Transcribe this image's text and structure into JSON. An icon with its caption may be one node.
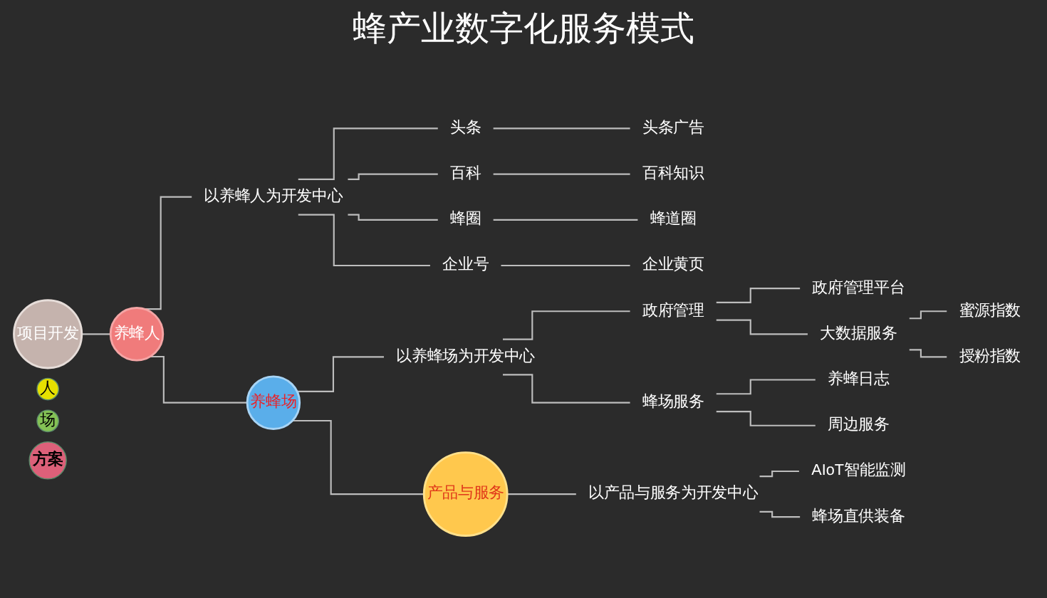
{
  "diagram": {
    "title": "蜂产业数字化服务模式",
    "nodes": [
      {
        "text": [
          "项目开发"
        ]
      },
      {
        "text": [
          "养蜂人"
        ]
      },
      {
        "text": [
          "以养蜂人为开发中心"
        ]
      },
      {
        "text": [
          "头条"
        ]
      },
      {
        "text": [
          "头条广告"
        ]
      },
      {
        "text": [
          "百科"
        ]
      },
      {
        "text": [
          "百科知识"
        ]
      },
      {
        "text": [
          "蜂圈"
        ]
      },
      {
        "text": [
          "蜂道圈"
        ]
      },
      {
        "text": [
          "企业号"
        ]
      },
      {
        "text": [
          "企业黄页"
        ]
      },
      {
        "text": [
          "养蜂场"
        ]
      },
      {
        "text": [
          "以养蜂场为开发中心"
        ]
      },
      {
        "text": [
          "政府管理"
        ]
      },
      {
        "text": [
          "政府管理平台"
        ]
      },
      {
        "text": [
          "大数据服务"
        ]
      },
      {
        "text": [
          "蜜源指数"
        ]
      },
      {
        "text": [
          "授粉指数"
        ]
      },
      {
        "text": [
          "蜂场服务"
        ]
      },
      {
        "text": [
          "养蜂日志"
        ]
      },
      {
        "text": [
          "周边服务"
        ]
      },
      {
        "text": [
          "产品与服务"
        ]
      },
      {
        "text": [
          "以产品与服务为开发中心"
        ]
      },
      {
        "text": [
          "AIoT智能监测"
        ]
      },
      {
        "text": [
          "蜂场直供装备"
        ]
      },
      {
        "text": [
          "人"
        ]
      },
      {
        "text": [
          "场"
        ]
      },
      {
        "text": [
          "方案"
        ]
      }
    ],
    "edges": [
      {
        "from": 0,
        "to": 1,
        "arrow": "none"
      },
      {
        "from": 1,
        "to": 2,
        "arrow": "none"
      },
      {
        "from": 2,
        "to": 3,
        "arrow": "none"
      },
      {
        "from": 2,
        "to": 5,
        "arrow": "none"
      },
      {
        "from": 2,
        "to": 7,
        "arrow": "none"
      },
      {
        "from": 2,
        "to": 9,
        "arrow": "none"
      },
      {
        "from": 3,
        "to": 4,
        "arrow": "none"
      },
      {
        "from": 5,
        "to": 6,
        "arrow": "none"
      },
      {
        "from": 7,
        "to": 8,
        "arrow": "none"
      },
      {
        "from": 9,
        "to": 10,
        "arrow": "none"
      },
      {
        "from": 1,
        "to": 11,
        "arrow": "none"
      },
      {
        "from": 11,
        "to": 12,
        "arrow": "none"
      },
      {
        "from": 12,
        "to": 13,
        "arrow": "none"
      },
      {
        "from": 12,
        "to": 18,
        "arrow": "none"
      },
      {
        "from": 13,
        "to": 14,
        "arrow": "none"
      },
      {
        "from": 13,
        "to": 15,
        "arrow": "none"
      },
      {
        "from": 15,
        "to": 16,
        "arrow": "none"
      },
      {
        "from": 15,
        "to": 17,
        "arrow": "none"
      },
      {
        "from": 18,
        "to": 19,
        "arrow": "none"
      },
      {
        "from": 18,
        "to": 20,
        "arrow": "none"
      },
      {
        "from": 11,
        "to": 21,
        "arrow": "none"
      },
      {
        "from": 21,
        "to": 22,
        "arrow": "none"
      },
      {
        "from": 22,
        "to": 23,
        "arrow": "none"
      },
      {
        "from": 22,
        "to": 24,
        "arrow": "none"
      }
    ]
  }
}
